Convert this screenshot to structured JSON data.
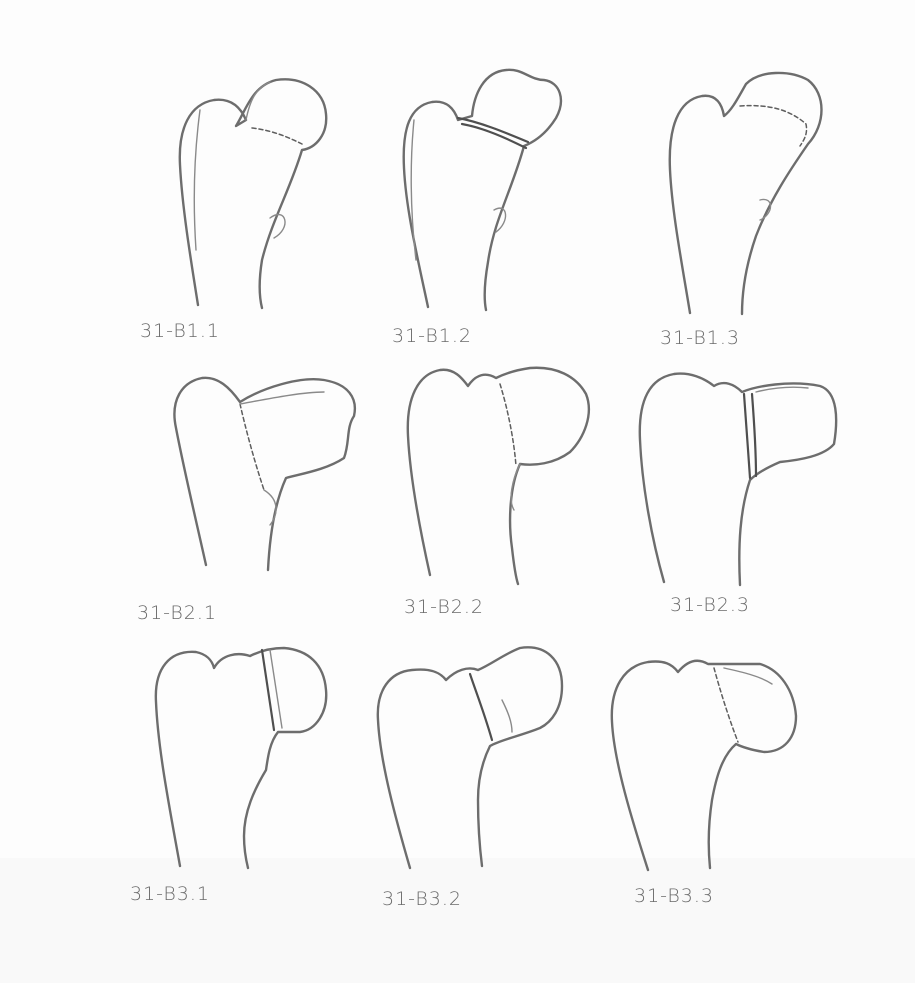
{
  "panels": [
    {
      "label": "31-B1.1"
    },
    {
      "label": "31-B1.2"
    },
    {
      "label": "31-B1.3"
    },
    {
      "label": "31-B2.1"
    },
    {
      "label": "31-B2.2"
    },
    {
      "label": "31-B2.3"
    },
    {
      "label": "31-B3.1"
    },
    {
      "label": "31-B3.2"
    },
    {
      "label": "31-B3.3"
    }
  ]
}
